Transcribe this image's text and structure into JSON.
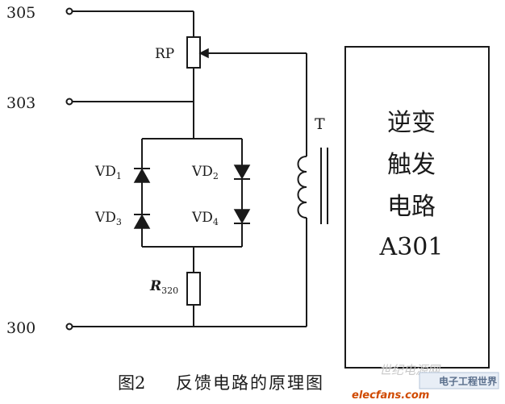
{
  "terminals": {
    "t305": "305",
    "t303": "303",
    "t300": "300"
  },
  "components": {
    "rp": "RP",
    "vd1": {
      "base": "VD",
      "sub": "1"
    },
    "vd2": {
      "base": "VD",
      "sub": "2"
    },
    "vd3": {
      "base": "VD",
      "sub": "3"
    },
    "vd4": {
      "base": "VD",
      "sub": "4"
    },
    "r320": {
      "base": "R",
      "sub": "320"
    },
    "transformer": "T"
  },
  "block": {
    "line1": "逆变",
    "line2": "触发",
    "line3": "电路",
    "line4": "A301"
  },
  "caption": {
    "fig": "图2",
    "title": "反馈电路的原理图"
  },
  "watermark": {
    "site": "世纪电源网",
    "brand": "elecfans.com",
    "cn": "电子工程世界"
  }
}
